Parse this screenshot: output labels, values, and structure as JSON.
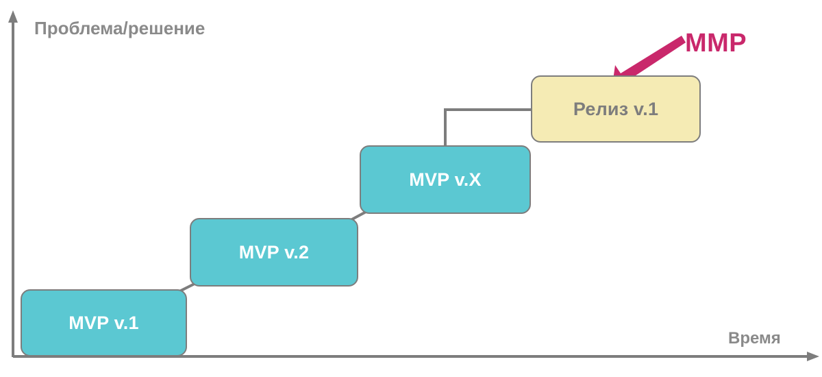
{
  "diagram": {
    "title_visible": false,
    "background_color": "#ffffff",
    "axis_color": "#7d7d7d",
    "axes": {
      "y_label": "Проблема/решение",
      "x_label": "Время",
      "y_axis_direction": "up",
      "x_axis_direction": "right"
    },
    "annotation": {
      "label": "MMP",
      "color": "#c9286b",
      "points_to": "Релиз v.1"
    },
    "steps": [
      {
        "label": "MVP v.1",
        "fill": "#5bc8d2",
        "text_color": "#ffffff",
        "border_color": "#7d7d7d",
        "order": 1
      },
      {
        "label": "MVP v.2",
        "fill": "#5bc8d2",
        "text_color": "#ffffff",
        "border_color": "#7d7d7d",
        "order": 2
      },
      {
        "label": "MVP v.X",
        "fill": "#5bc8d2",
        "text_color": "#ffffff",
        "border_color": "#7d7d7d",
        "order": 3
      },
      {
        "label": "Релиз v.1",
        "fill": "#f5ebb4",
        "text_color": "#7d7d7d",
        "border_color": "#7d7d7d",
        "order": 4
      }
    ],
    "connectors": [
      {
        "from": "MVP v.1",
        "to": "MVP v.2",
        "style": "diagonal"
      },
      {
        "from": "MVP v.2",
        "to": "MVP v.X",
        "style": "diagonal"
      },
      {
        "from": "MVP v.X",
        "to": "Релиз v.1",
        "style": "elbow"
      }
    ]
  }
}
